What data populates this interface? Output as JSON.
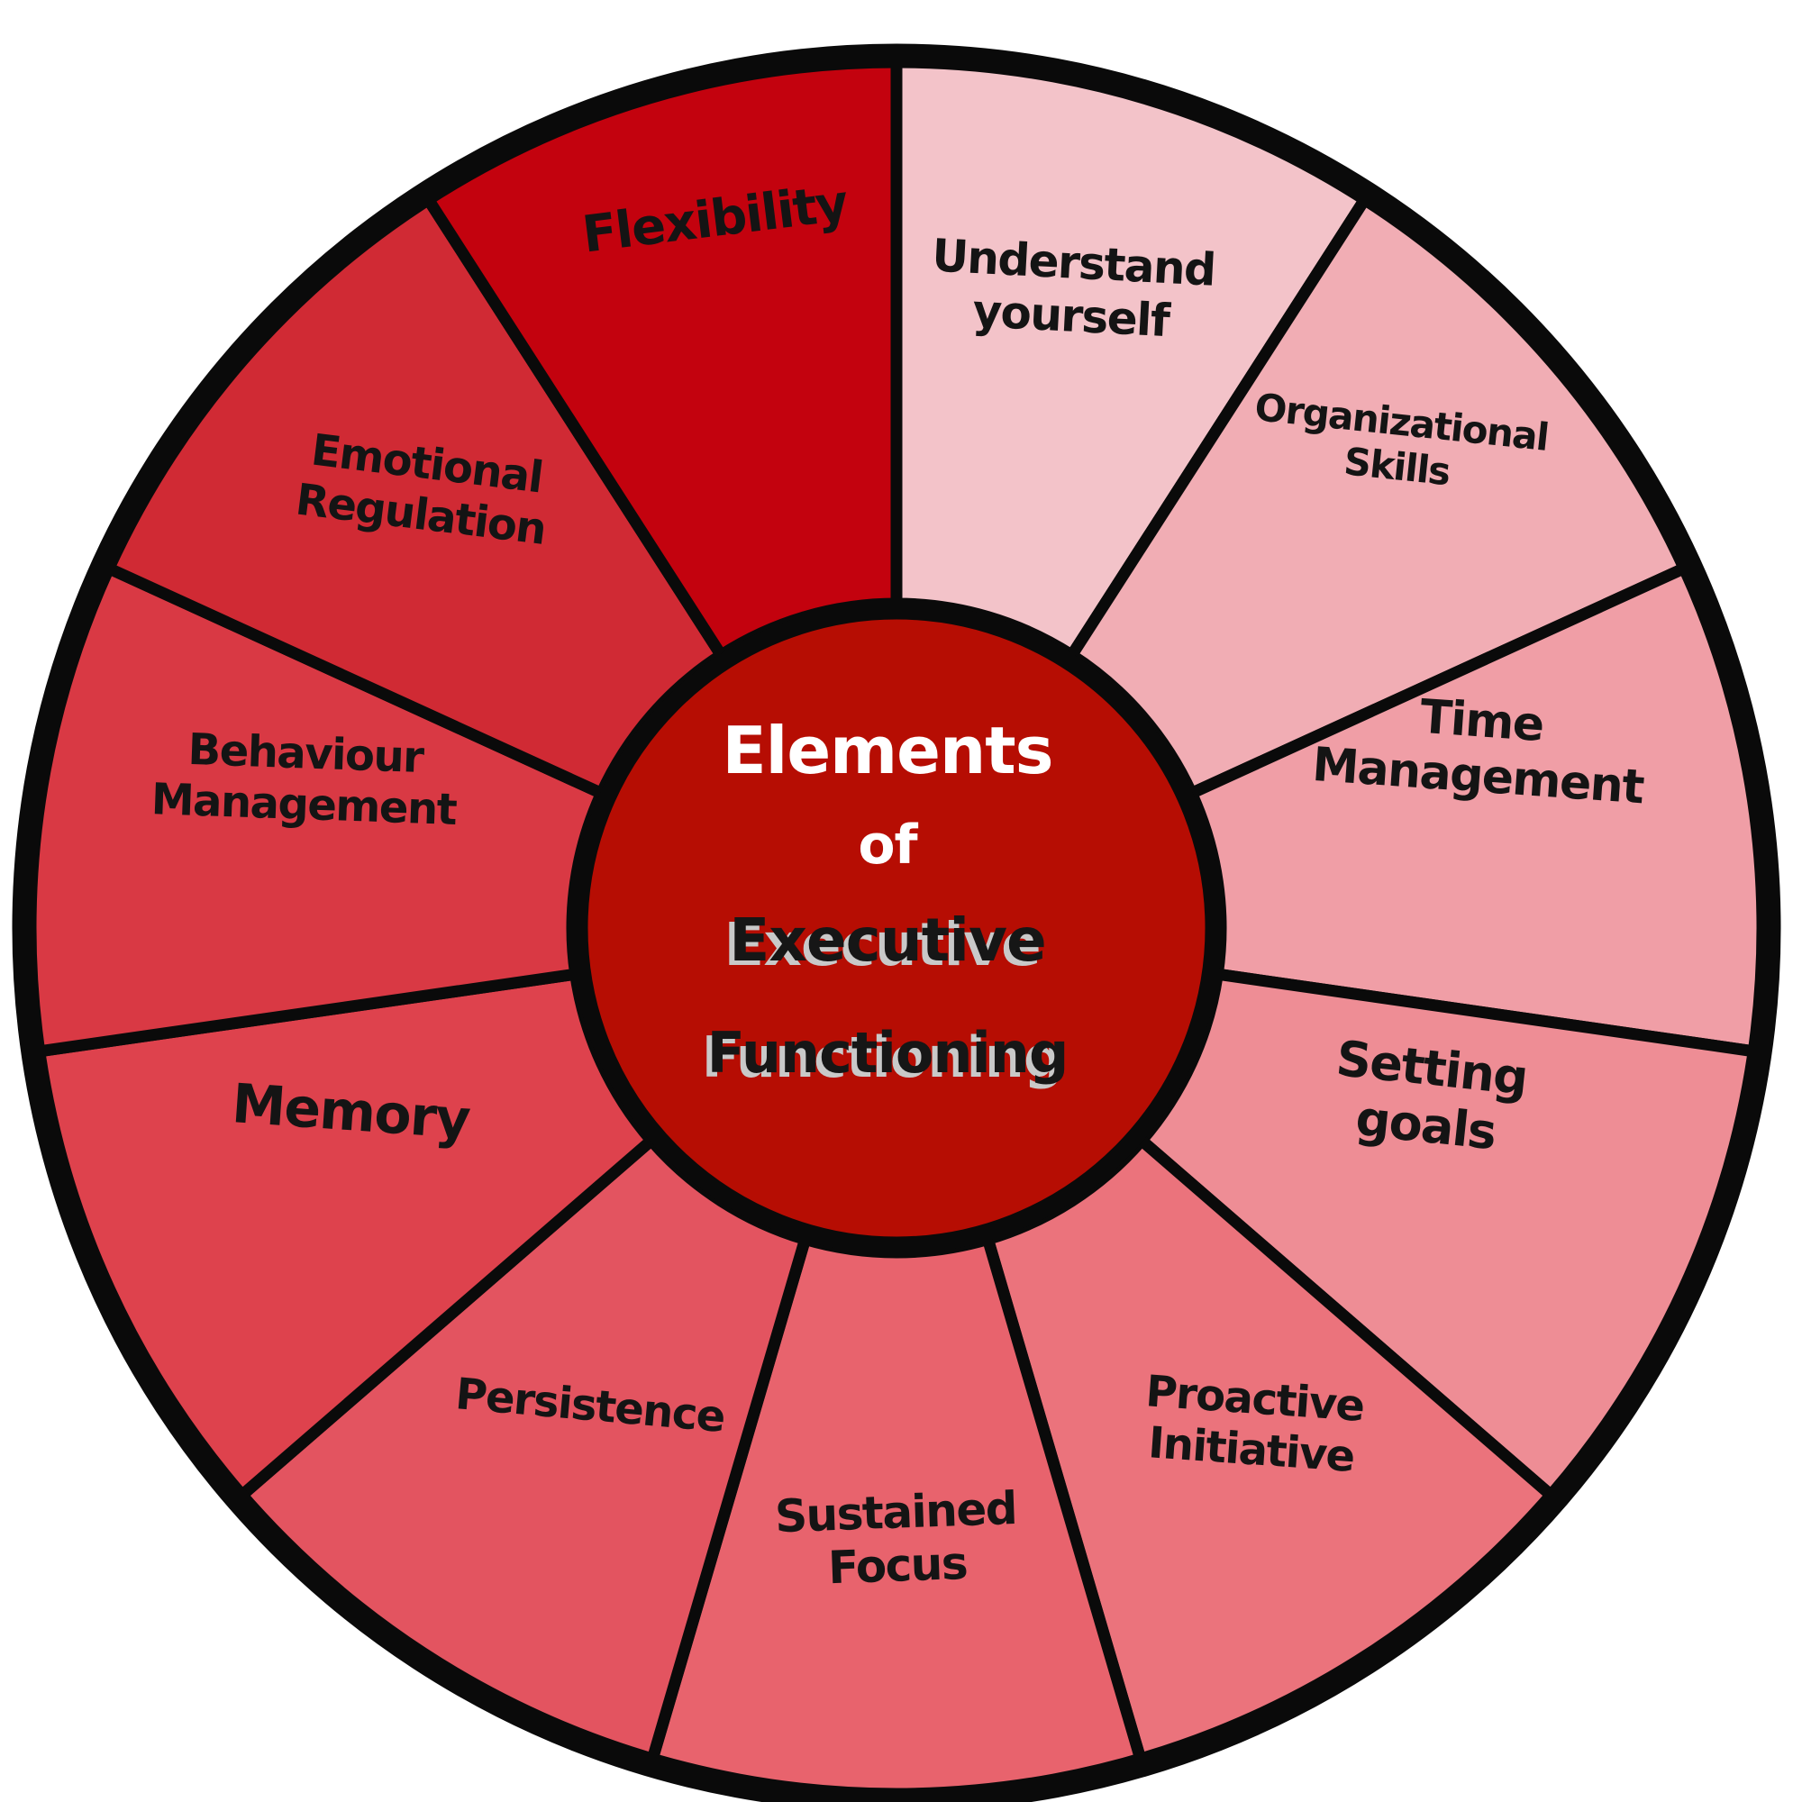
{
  "diagram": {
    "type": "segmented-wheel",
    "center_label": {
      "lines": [
        "Elements",
        "of",
        "Executive",
        "Functioning"
      ]
    },
    "segments": [
      {
        "label": "Understand Yourself",
        "lines": [
          "Understand",
          "yourself"
        ],
        "color": "#f3c3c9"
      },
      {
        "label": "Organizational Skills",
        "lines": [
          "Organizational",
          "Skills"
        ],
        "color": "#f1adb4"
      },
      {
        "label": "Time Management",
        "lines": [
          "Time",
          "Management"
        ],
        "color": "#f09ea6"
      },
      {
        "label": "Setting Goals",
        "lines": [
          "Setting",
          "goals"
        ],
        "color": "#ee8d95"
      },
      {
        "label": "Proactive Initiative",
        "lines": [
          "Proactive",
          "Initiative"
        ],
        "color": "#eb737c"
      },
      {
        "label": "Sustained Focus",
        "lines": [
          "Sustained",
          "Focus"
        ],
        "color": "#e8636d"
      },
      {
        "label": "Persistence",
        "lines": [
          "Persistence"
        ],
        "color": "#e35460"
      },
      {
        "label": "Memory",
        "lines": [
          "Memory"
        ],
        "color": "#de424d"
      },
      {
        "label": "Behaviour Management",
        "lines": [
          "Behaviour",
          "Management"
        ],
        "color": "#d93944"
      },
      {
        "label": "Emotional Regulation",
        "lines": [
          "Emotional",
          "Regulation"
        ],
        "color": "#d02a34"
      },
      {
        "label": "Flexibility",
        "lines": [
          "Flexibility"
        ],
        "color": "#c3020e"
      }
    ],
    "colors": {
      "background": "#ffffff",
      "outline": "#0a0a0a",
      "hub_fill": "#b60d03",
      "hub_text_light": "#ffffff",
      "hub_text_dark": "#161616",
      "hub_text_shadow": "#c9c9c9",
      "segment_text": "#141414"
    }
  }
}
